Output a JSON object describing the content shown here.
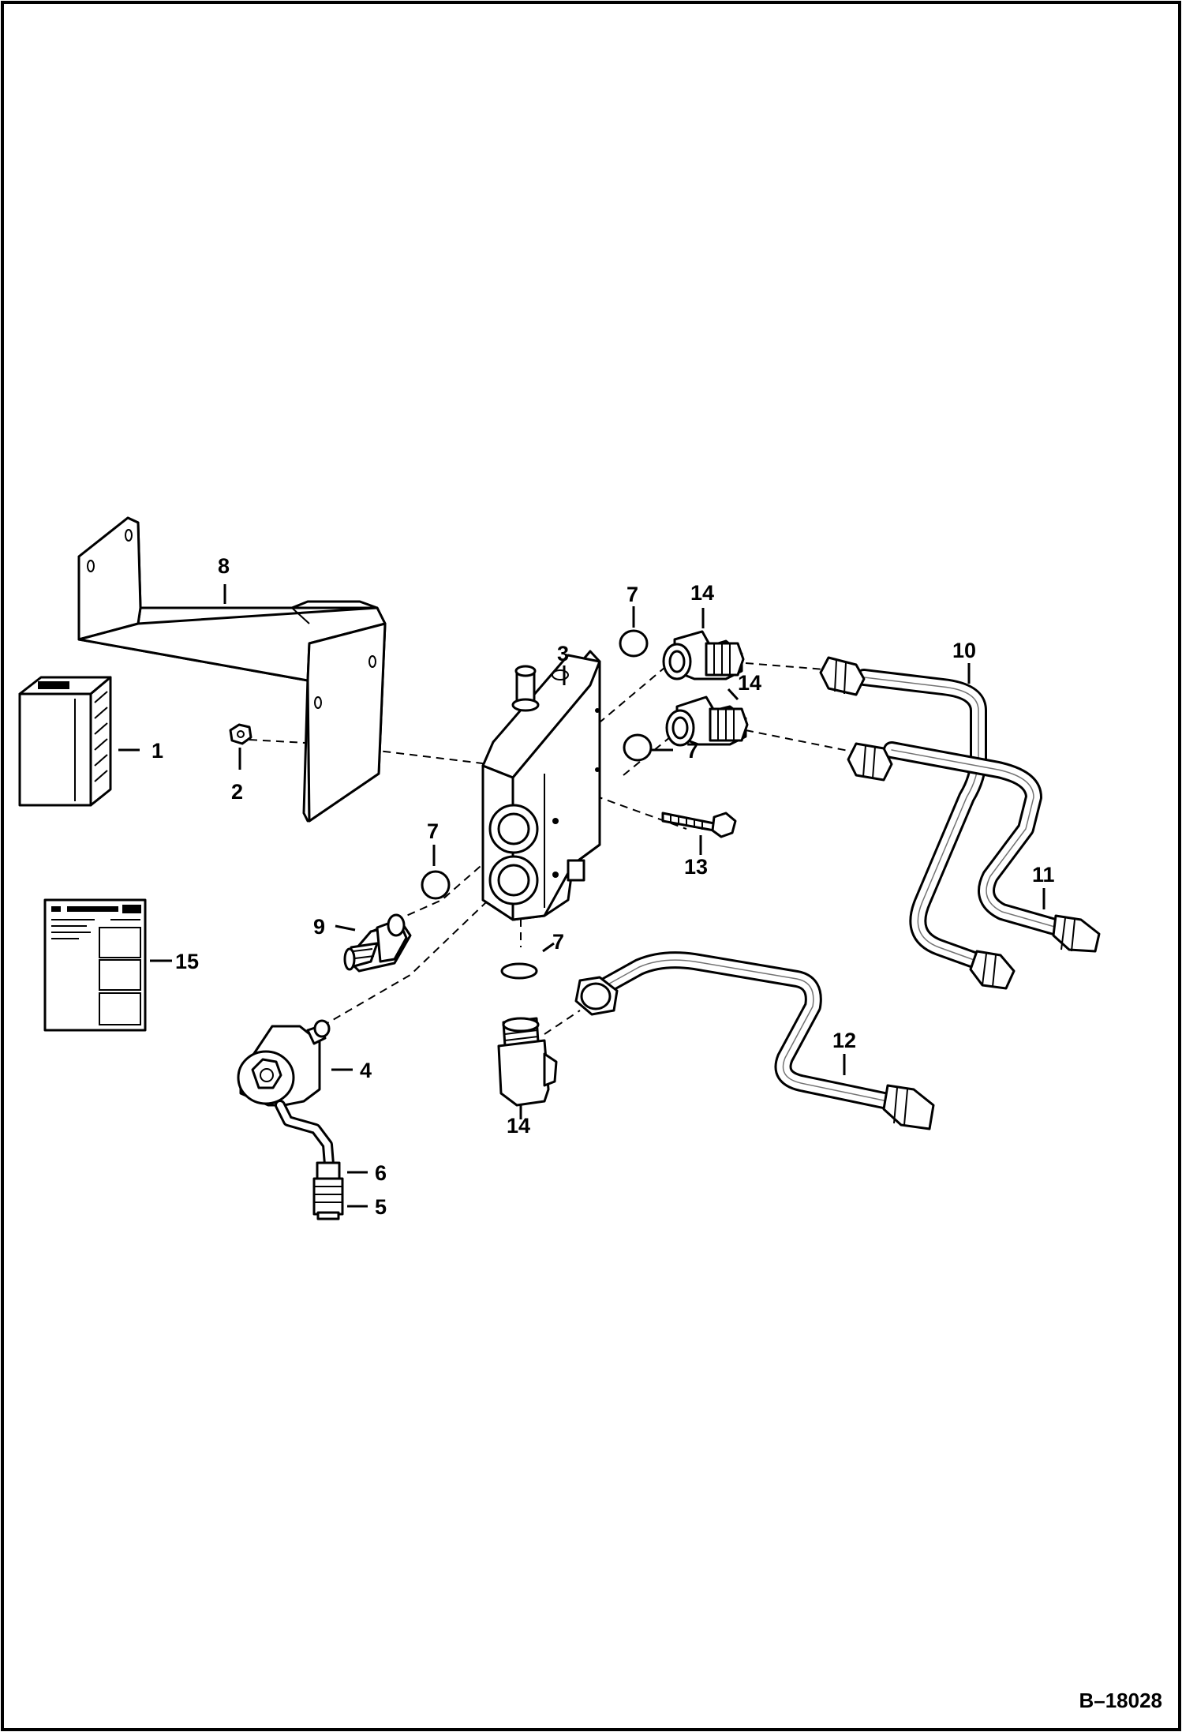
{
  "figure": {
    "id": "B–18028"
  },
  "callouts": [
    {
      "key": "c1",
      "label": "1"
    },
    {
      "key": "c2",
      "label": "2"
    },
    {
      "key": "c3",
      "label": "3"
    },
    {
      "key": "c4",
      "label": "4"
    },
    {
      "key": "c5",
      "label": "5"
    },
    {
      "key": "c6",
      "label": "6"
    },
    {
      "key": "c7a",
      "label": "7"
    },
    {
      "key": "c7b",
      "label": "7"
    },
    {
      "key": "c7c",
      "label": "7"
    },
    {
      "key": "c7d",
      "label": "7"
    },
    {
      "key": "c8",
      "label": "8"
    },
    {
      "key": "c9",
      "label": "9"
    },
    {
      "key": "c10",
      "label": "10"
    },
    {
      "key": "c11",
      "label": "11"
    },
    {
      "key": "c12",
      "label": "12"
    },
    {
      "key": "c13",
      "label": "13"
    },
    {
      "key": "c14a",
      "label": "14"
    },
    {
      "key": "c14b",
      "label": "14"
    },
    {
      "key": "c14c",
      "label": "14"
    },
    {
      "key": "c15",
      "label": "15"
    }
  ],
  "colors": {
    "line": "#000000",
    "background": "#ffffff"
  }
}
